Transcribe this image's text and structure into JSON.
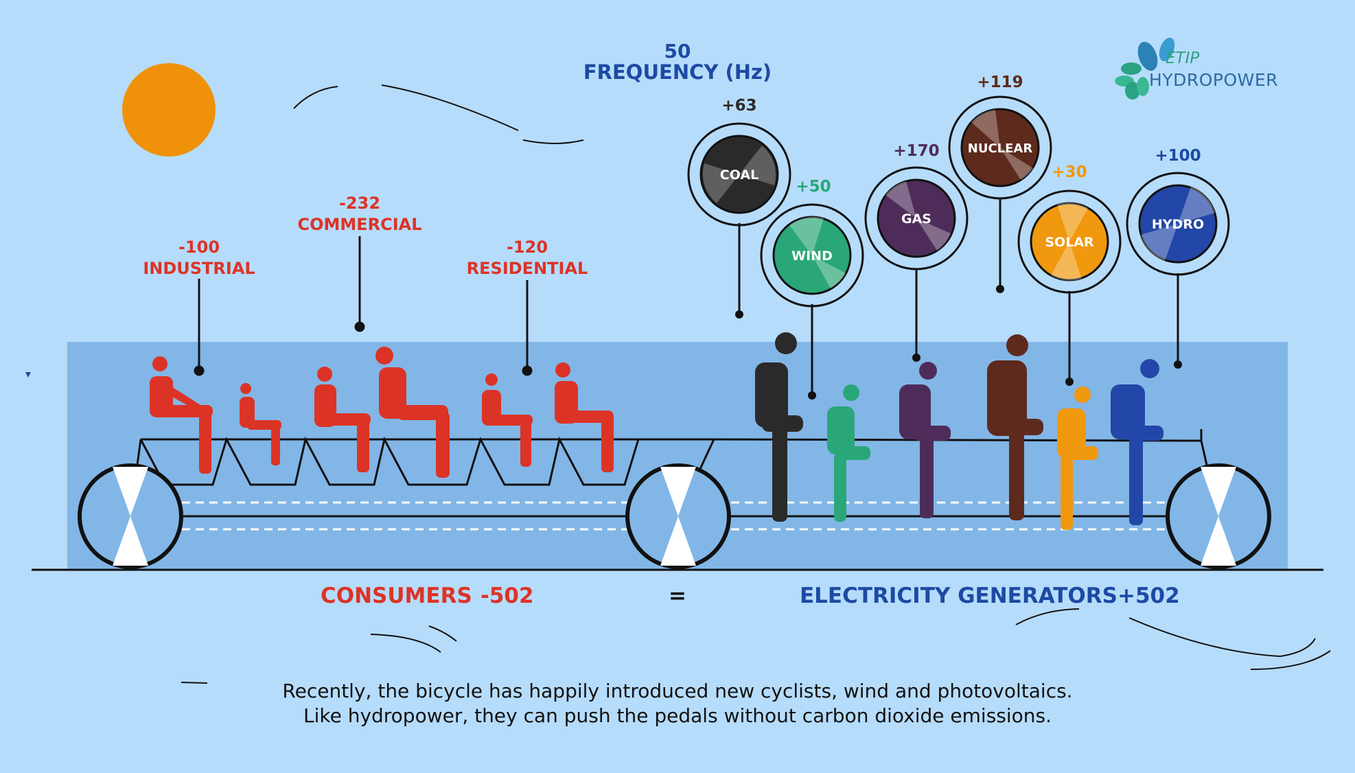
{
  "frequency": {
    "value": "50",
    "label": "FREQUENCY (Hz)"
  },
  "logo": {
    "top": "ETIP",
    "main": "HYDROPOWER"
  },
  "consumers": [
    {
      "id": "industrial",
      "value": "-100",
      "label": "INDUSTRIAL"
    },
    {
      "id": "commercial",
      "value": "-232",
      "label": "COMMERCIAL"
    },
    {
      "id": "residential",
      "value": "-120",
      "label": "RESIDENTIAL"
    }
  ],
  "generators": [
    {
      "id": "coal",
      "value": "+63",
      "label": "COAL",
      "color": "#2b2a2b",
      "value_color": "#2b2a2b"
    },
    {
      "id": "wind",
      "value": "+50",
      "label": "WIND",
      "color": "#2aa778",
      "value_color": "#2aa778"
    },
    {
      "id": "gas",
      "value": "+170",
      "label": "GAS",
      "color": "#4e2c5a",
      "value_color": "#4e2c5a"
    },
    {
      "id": "nuclear",
      "value": "+119",
      "label": "NUCLEAR",
      "color": "#5d2a1d",
      "value_color": "#5d2a1d"
    },
    {
      "id": "solar",
      "value": "+30",
      "label": "SOLAR",
      "color": "#f0980e",
      "value_color": "#f0980e"
    },
    {
      "id": "hydro",
      "value": "+100",
      "label": "HYDRO",
      "color": "#2347a8",
      "value_color": "#1d4aa3"
    }
  ],
  "totals": {
    "consumers_label": "CONSUMERS",
    "consumers_value": "-502",
    "equals": "=",
    "generators_label": "ELECTRICITY GENERATORS",
    "generators_value": "+502"
  },
  "caption": {
    "line1": "Recently, the bicycle has happily introduced new cyclists, wind and photovoltaics.",
    "line2": "Like hydropower, they can push the pedals without carbon dioxide emissions."
  },
  "colors": {
    "background": "#b6dcfb",
    "panel": "#82b6e6",
    "sun": "#f0910a",
    "consumer_red": "#dc3327",
    "generator_blue": "#1d4aa3"
  }
}
